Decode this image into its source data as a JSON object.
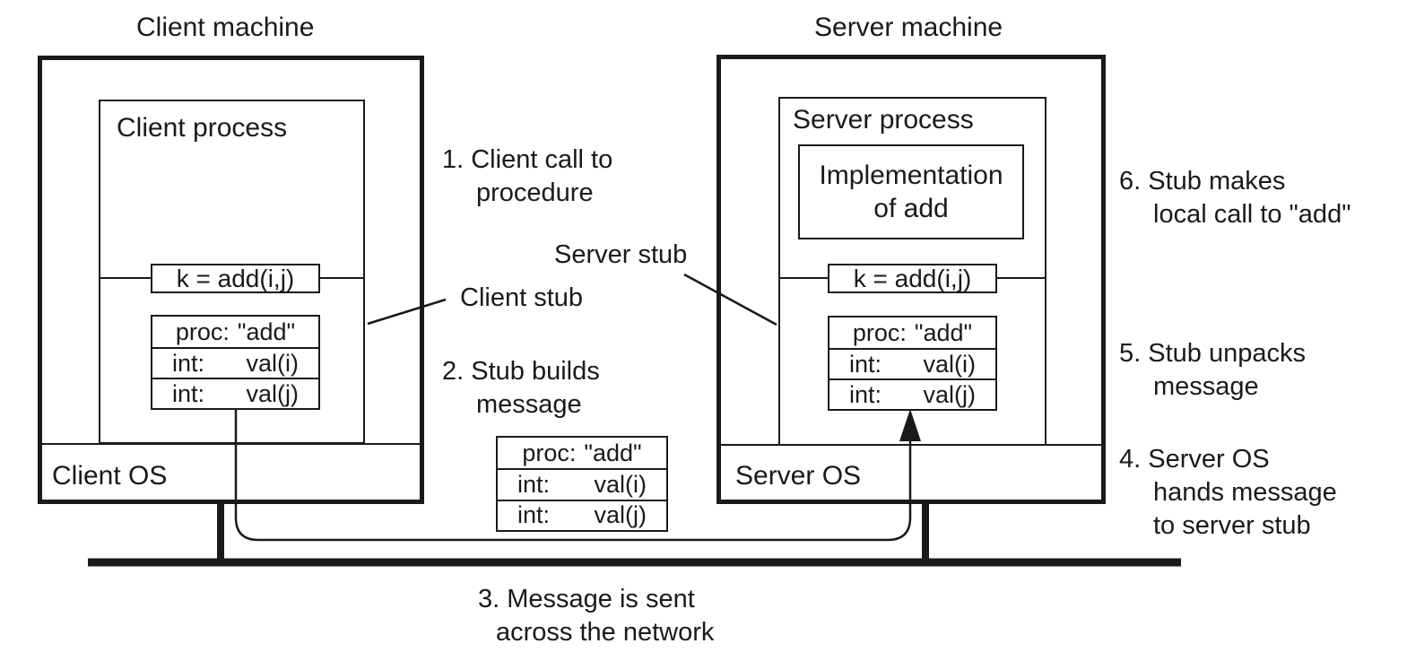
{
  "diagram": {
    "client": {
      "machine_title": "Client machine",
      "process_label": "Client process",
      "call_box_label": "k = add(i,j)",
      "stub_pointer_label": "Client stub",
      "os_label": "Client OS",
      "stub_message_rows": [
        {
          "key": "proc:",
          "value": "\"add\""
        },
        {
          "key": "int:",
          "value": "val(i)"
        },
        {
          "key": "int:",
          "value": "val(j)"
        }
      ]
    },
    "server": {
      "machine_title": "Server machine",
      "process_label": "Server process",
      "implementation_box": {
        "line1": "Implementation",
        "line2": "of add"
      },
      "call_box_label": "k = add(i,j)",
      "stub_pointer_label": "Server stub",
      "os_label": "Server OS",
      "stub_message_rows": [
        {
          "key": "proc:",
          "value": "\"add\""
        },
        {
          "key": "int:",
          "value": "val(i)"
        },
        {
          "key": "int:",
          "value": "val(j)"
        }
      ]
    },
    "network_message": {
      "rows": [
        {
          "key": "proc:",
          "value": "\"add\""
        },
        {
          "key": "int:",
          "value": "val(i)"
        },
        {
          "key": "int:",
          "value": "val(j)"
        }
      ]
    },
    "steps": {
      "step1": {
        "lines": [
          "1. Client call to",
          "procedure"
        ]
      },
      "step2": {
        "lines": [
          "2. Stub builds",
          "message"
        ]
      },
      "step3": {
        "lines": [
          "3. Message is sent",
          "across the network"
        ]
      },
      "step4": {
        "lines": [
          "4. Server OS",
          "hands message",
          "to server stub"
        ]
      },
      "step5": {
        "lines": [
          "5. Stub unpacks",
          "message"
        ]
      },
      "step6": {
        "lines": [
          "6. Stub makes",
          "local call to \"add\""
        ]
      }
    },
    "colors": {
      "ink": "#1a1a1a",
      "background": "#ffffff"
    }
  }
}
